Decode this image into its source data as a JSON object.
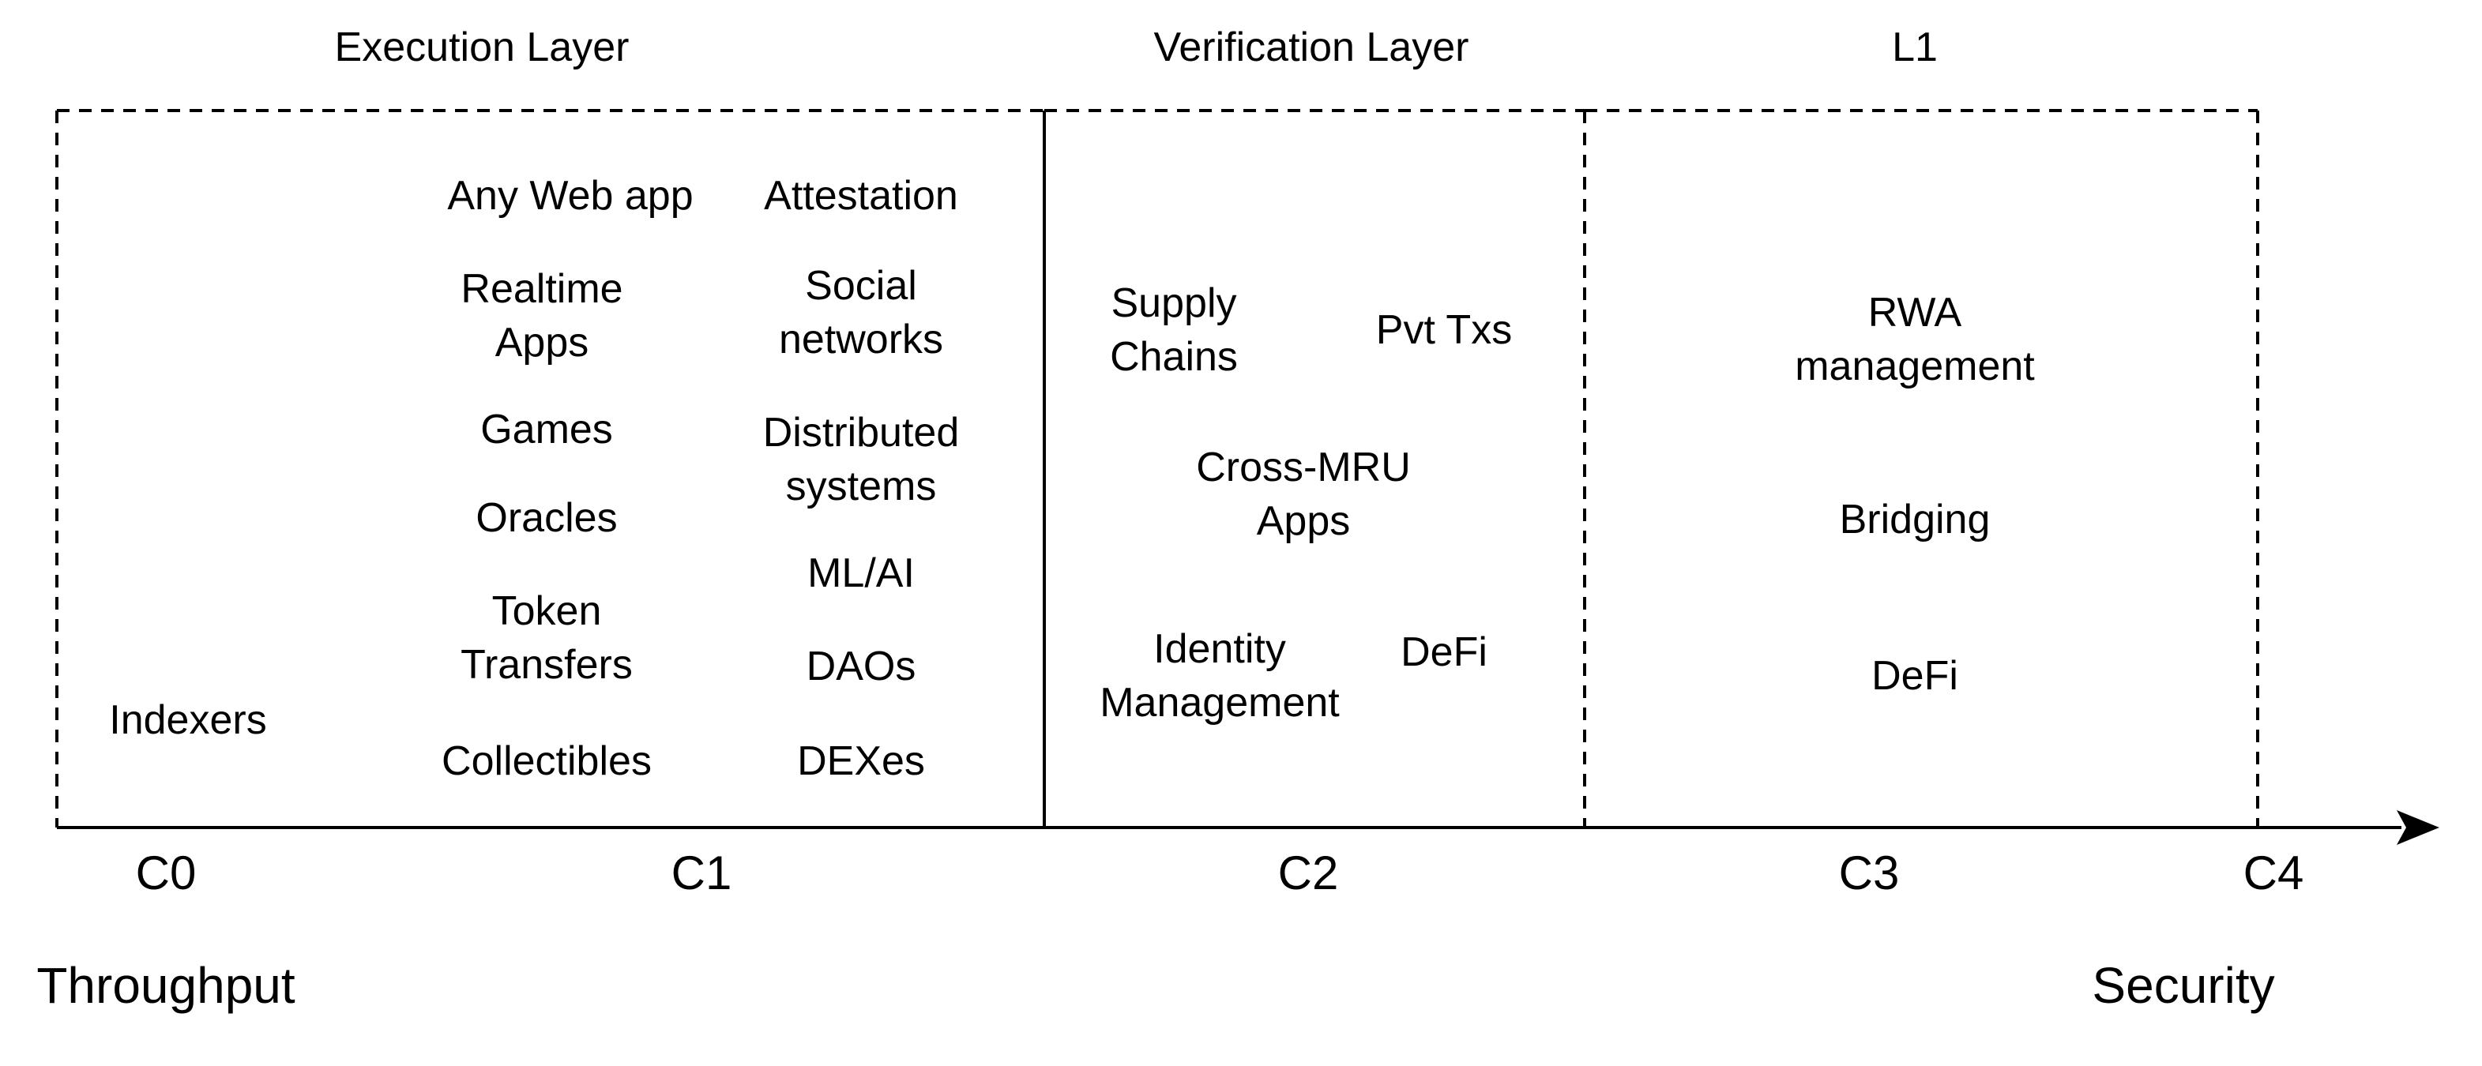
{
  "layers": [
    {
      "key": "execution",
      "title": "Execution Layer"
    },
    {
      "key": "verification",
      "title": "Verification Layer"
    },
    {
      "key": "l1",
      "title": "L1"
    }
  ],
  "execution_items": [
    "Any Web app",
    "Attestation",
    "Realtime\nApps",
    "Social\nnetworks",
    "Games",
    "Distributed\nsystems",
    "Oracles",
    "ML/AI",
    "Token\nTransfers",
    "DAOs",
    "Indexers",
    "Collectibles",
    "DEXes"
  ],
  "verification_items": [
    "Supply\nChains",
    "Pvt Txs",
    "Cross-MRU\nApps",
    "Identity\nManagement",
    "DeFi"
  ],
  "l1_items": [
    "RWA\nmanagement",
    "Bridging",
    "DeFi"
  ],
  "axis": {
    "ticks": [
      "C0",
      "C1",
      "C2",
      "C3",
      "C4"
    ],
    "start_label": "Throughput",
    "end_label": "Security"
  }
}
